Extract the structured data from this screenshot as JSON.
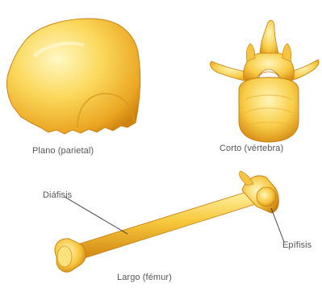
{
  "labels": {
    "flat_bone": "Plano (parietal)",
    "short_bone": "Corto (vértebra)",
    "long_bone": "Largo (fémur)",
    "shaft": "Diáfisis",
    "end": "Epífisis"
  },
  "colors": {
    "bone_light": "#fff6b0",
    "bone_mid": "#f7c63a",
    "bone_dark": "#d98c12",
    "bone_edge": "#b86f0a",
    "leader_line": "#333333",
    "label_text": "#555555"
  }
}
